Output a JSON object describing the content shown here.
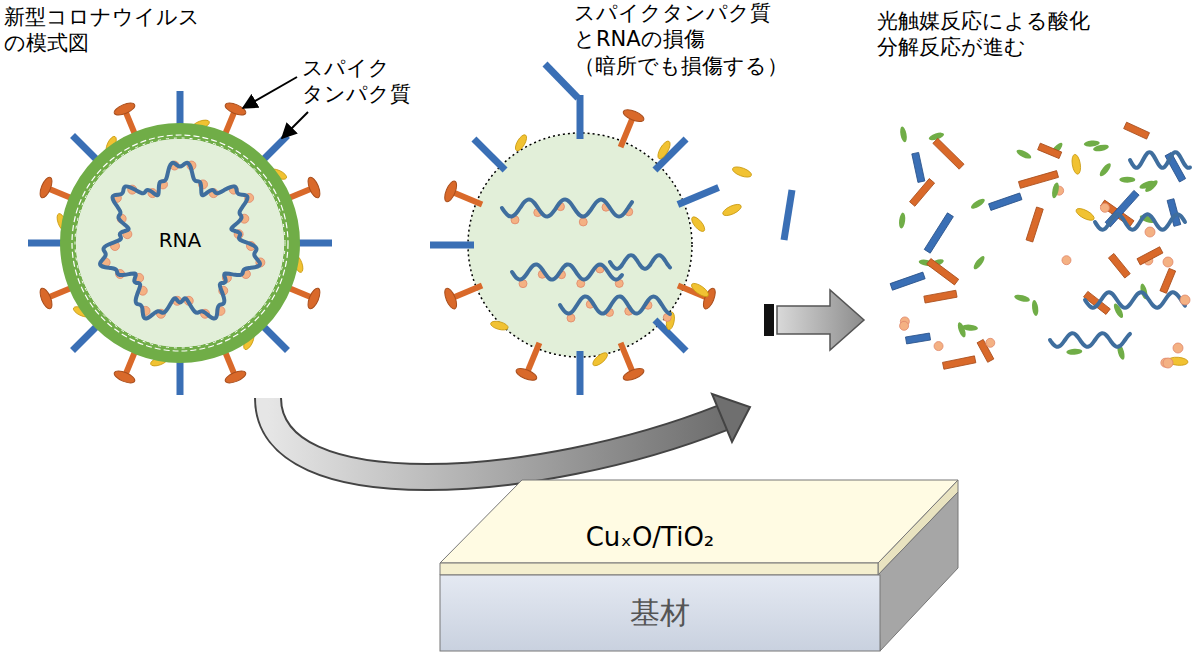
{
  "diagram": {
    "nodes": [
      {
        "text": [
          "RNA"
        ]
      },
      {
        "text": [
          "CuₓO/TiO₂"
        ]
      },
      {
        "text": [
          "基材"
        ]
      }
    ],
    "labels": [
      "新型コロナウイルス の模式図",
      "スパイク タンパク質",
      "スパイクタンパク質 とRNAの損傷 （暗所でも損傷する）",
      "光触媒反応による酸化 分解反応が進む"
    ]
  }
}
